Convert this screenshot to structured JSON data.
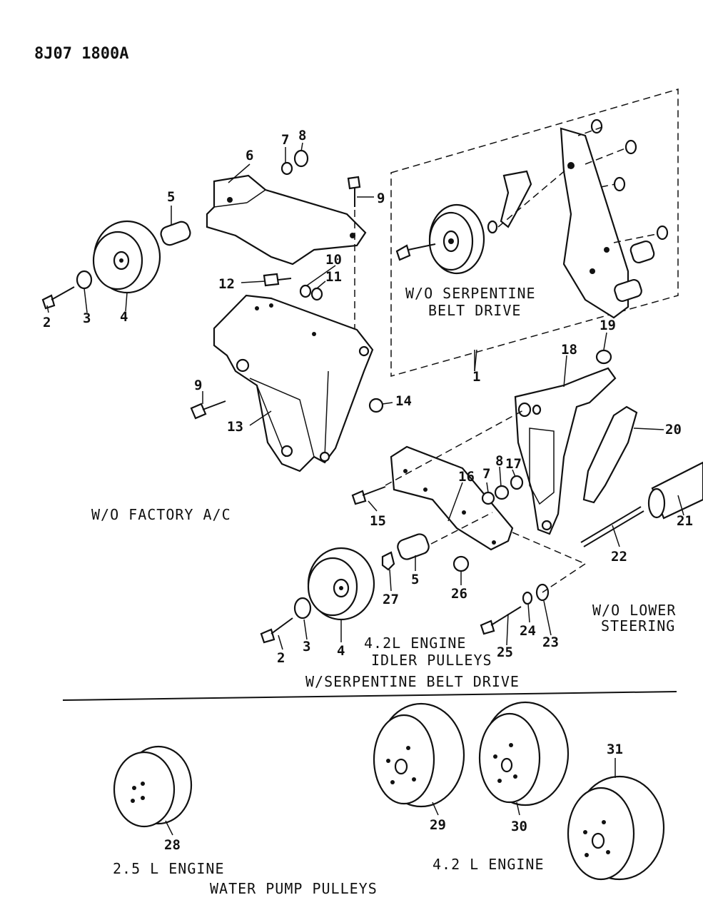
{
  "header": {
    "drawing_number": "8J07 1800A"
  },
  "captions": {
    "wo_serpentine": [
      "W/O SERPENTINE",
      "BELT DRIVE"
    ],
    "wo_factory_ac": "W/O FACTORY A/C",
    "idler": [
      "4.2L ENGINE",
      "IDLER PULLEYS"
    ],
    "w_serpentine": "W/SERPENTINE BELT DRIVE",
    "wo_lower_steering": [
      "W/O LOWER",
      "STEERING"
    ],
    "engine_25": "2.5 L ENGINE",
    "engine_42": "4.2 L ENGINE",
    "water_pump": "WATER PUMP PULLEYS"
  },
  "callouts": {
    "n1": "1",
    "n2a": "2",
    "n2b": "2",
    "n3a": "3",
    "n3b": "3",
    "n4a": "4",
    "n4b": "4",
    "n5a": "5",
    "n5b": "5",
    "n6": "6",
    "n7a": "7",
    "n7b": "7",
    "n8a": "8",
    "n8b": "8",
    "n9a": "9",
    "n9b": "9",
    "n10": "10",
    "n11": "11",
    "n12": "12",
    "n13": "13",
    "n14": "14",
    "n15": "15",
    "n16": "16",
    "n17": "17",
    "n18": "18",
    "n19": "19",
    "n20": "20",
    "n21": "21",
    "n22": "22",
    "n23": "23",
    "n24": "24",
    "n25": "25",
    "n26": "26",
    "n27": "27",
    "n28": "28",
    "n29": "29",
    "n30": "30",
    "n31": "31"
  }
}
